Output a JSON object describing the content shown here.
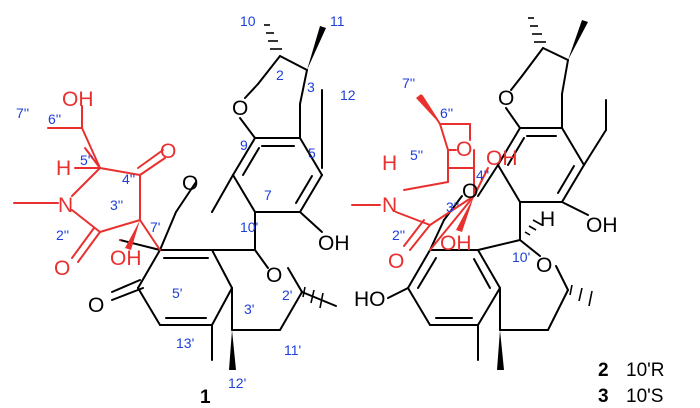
{
  "compound1": {
    "label": "1",
    "atoms": {
      "O_furan": "O",
      "OH_phenol": "OH",
      "O_xanthene": "O",
      "O_pyran": "O",
      "O_ketone": "O",
      "OH_6pp": "OH",
      "H_5pp": "H",
      "N": "N",
      "O_4pp": "O",
      "O_2pp": "O",
      "OH_3pp": "OH"
    },
    "numbers": {
      "n10": "10",
      "n11": "11",
      "n2": "2",
      "n3": "3",
      "n12": "12",
      "n9": "9",
      "n5": "5",
      "n7": "7",
      "n10p": "10'",
      "n7p": "7'",
      "n2p": "2'",
      "n3p": "3'",
      "n5p": "5'",
      "n11p": "11'",
      "n12p": "12'",
      "n13p": "13'",
      "n7pp": "7''",
      "n6pp": "6''",
      "n5pp": "5''",
      "n4pp": "4''",
      "n3pp": "3''",
      "n2pp": "2''"
    }
  },
  "compound23": {
    "label2": "2",
    "config2": "10'R",
    "label3": "3",
    "config3": "10'S",
    "atoms": {
      "O_furan": "O",
      "OH_phenol": "OH",
      "O_xanthene": "O",
      "H_10p": "H",
      "O_pyran": "O",
      "HO_left": "HO",
      "O_oxetane": "O",
      "OH_4pp": "OH",
      "H_5pp": "H",
      "N": "N",
      "O_2pp": "O",
      "OH_3pp": "OH"
    },
    "numbers": {
      "n7pp": "7''",
      "n6pp": "6''",
      "n5pp": "5''",
      "n4pp": "4''",
      "n3pp": "3''",
      "n2pp": "2''",
      "n10p": "10'"
    }
  }
}
